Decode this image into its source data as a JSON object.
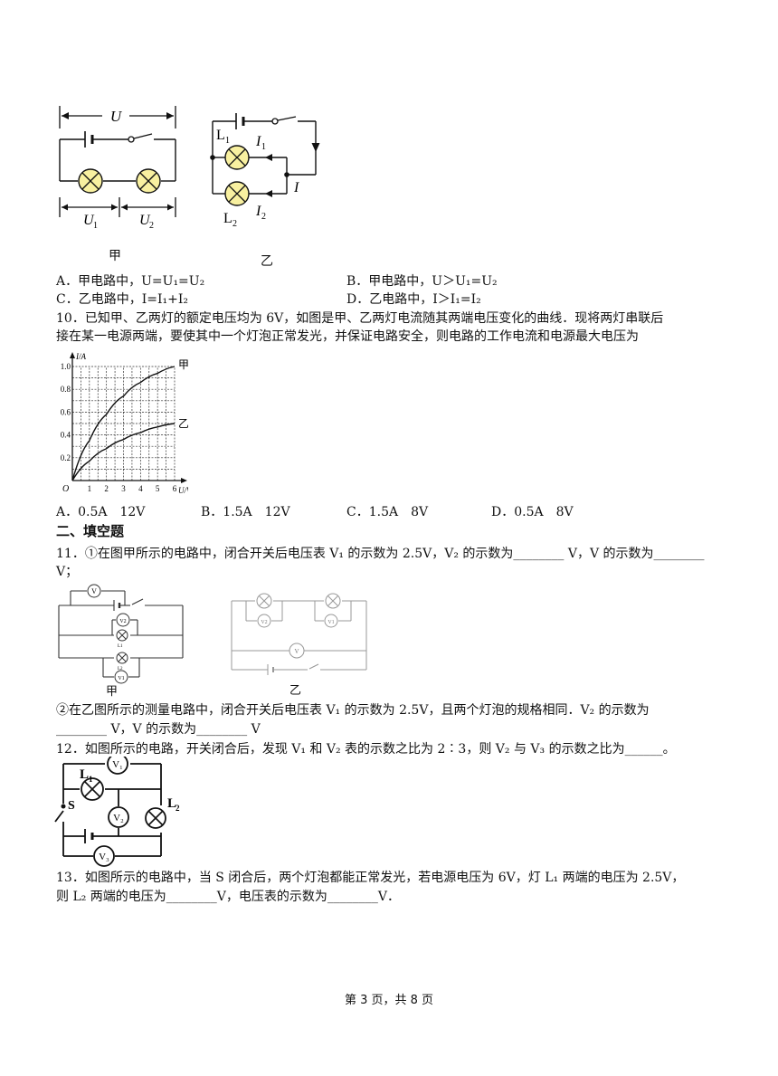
{
  "fig_jia_labels": {
    "U": "U",
    "U1": "U",
    "U1_sub": "1",
    "U2": "U",
    "U2_sub": "2",
    "caption": "甲"
  },
  "fig_yi_labels": {
    "L1": "L",
    "L1_sub": "1",
    "I1": "I",
    "I1_sub": "1",
    "I": "I",
    "L2": "L",
    "L2_sub": "2",
    "I2": "I",
    "I2_sub": "2",
    "caption": "乙"
  },
  "q9_options": {
    "A": "A．甲电路中，U=U₁=U₂",
    "B": "B．甲电路中，U＞U₁=U₂",
    "C": "C．乙电路中，I=I₁+I₂",
    "D": "D．乙电路中，I＞I₁=I₂"
  },
  "q10": {
    "line1": "10．已知甲、乙两灯的额定电压均为 6V，如图是甲、乙两灯电流随其两端电压变化的曲线．现将两灯串联后",
    "line2": "接在某一电源两端，要使其中一个灯泡正常发光，并保证电路安全，则电路的工作电流和电源最大电压为",
    "options": {
      "A": "A．0.5A　12V",
      "B": "B．1.5A　12V",
      "C": "C．1.5A　8V",
      "D": "D．0.5A　8V"
    }
  },
  "chart_data": {
    "type": "line",
    "xlabel": "U/V",
    "ylabel": "I/A",
    "xlim": [
      0,
      6
    ],
    "ylim": [
      0,
      1.0
    ],
    "x_ticks": [
      "1",
      "2",
      "3",
      "4",
      "5",
      "6"
    ],
    "y_ticks": [
      "0.2",
      "0.4",
      "0.6",
      "0.8",
      "1.0"
    ],
    "origin_label": "O",
    "grid": true,
    "series": [
      {
        "name": "甲",
        "x": [
          0,
          1,
          2,
          3,
          4,
          5,
          6
        ],
        "y": [
          0,
          0.35,
          0.58,
          0.74,
          0.86,
          0.94,
          1.0
        ]
      },
      {
        "name": "乙",
        "x": [
          0,
          1,
          2,
          3,
          4,
          5,
          6
        ],
        "y": [
          0,
          0.17,
          0.28,
          0.36,
          0.42,
          0.47,
          0.5
        ]
      }
    ]
  },
  "section2_title": "二、填空题",
  "q11": {
    "line1": "11．①在图甲所示的电路中，闭合开关后电压表 V₁ 的示数为 2.5V，V₂ 的示数为________ V，V 的示数为________",
    "line2": "V；",
    "fig_jia_caption": "甲",
    "fig_yi_caption": "乙",
    "meter_V": "V",
    "meter_V1": "V1",
    "meter_V2": "V2",
    "lamp_L1": "L1",
    "lamp_L2": "L2",
    "line3": "②在乙图所示的测量电路中，闭合开关后电压表 V₁ 的示数为 2.5V，且两个灯泡的规格相同．V₂ 的示数为",
    "line4": "________ V，V 的示数为________ V"
  },
  "q12": {
    "line1": "12．如图所示的电路，开关闭合后，发现 V₁ 和 V₂ 表的示数之比为 2∶3，则 V₂ 与 V₃ 的示数之比为______。",
    "labels": {
      "L1": "L",
      "L1_sub": "1",
      "L2": "L",
      "L2_sub": "2",
      "S": "S",
      "V1": "V₁",
      "V2": "V₂",
      "V3": "V₃"
    }
  },
  "q13": {
    "line1": "13．如图所示的电路中，当 S 闭合后，两个灯泡都能正常发光，若电源电压为 6V，灯 L₁ 两端的电压为 2.5V，",
    "line2": "则 L₂ 两端的电压为________V，电压表的示数为________V．"
  },
  "footer": "第 3 页，共 8 页"
}
